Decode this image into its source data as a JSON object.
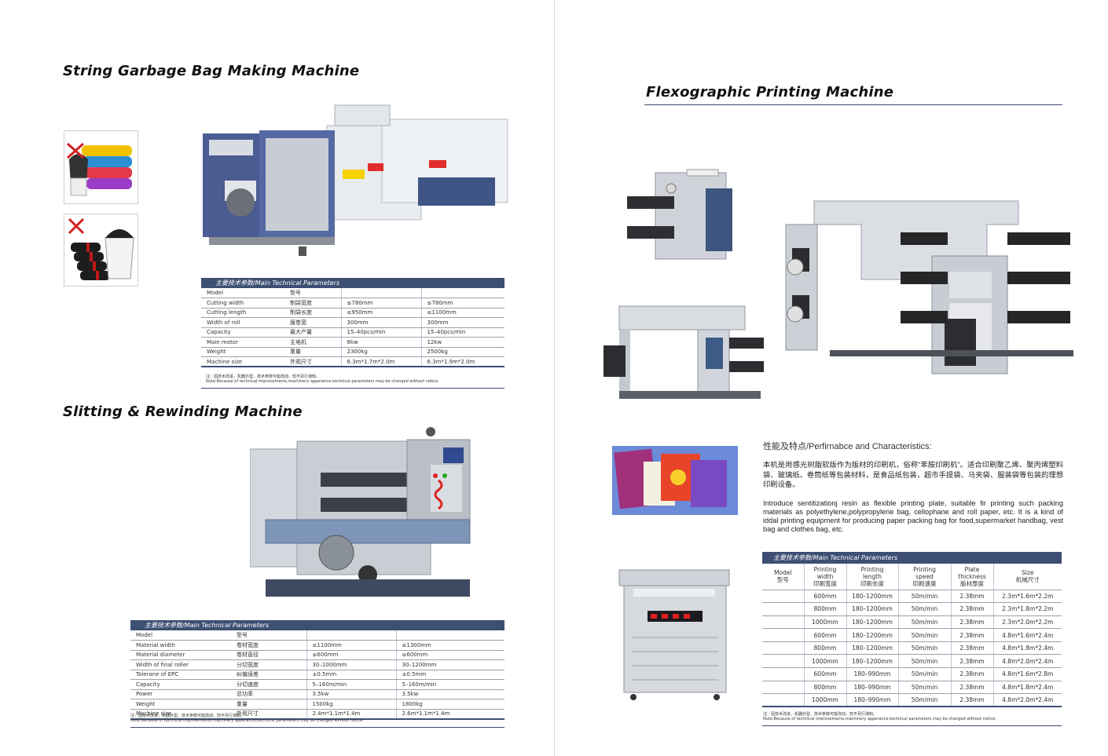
{
  "left": {
    "bag_title": "String Garbage Bag Making Machine",
    "bag_params": {
      "header": "主要技术参数/Main Technical Parameters",
      "rows": [
        [
          "Model",
          "型号",
          "",
          ""
        ],
        [
          "Cutting width",
          "制袋宽度",
          "≤780mm",
          "≤780mm"
        ],
        [
          "Cutting length",
          "制袋长度",
          "≤950mm",
          "≤1100mm"
        ],
        [
          "Width of roll",
          "膜卷宽",
          "300mm",
          "300mm"
        ],
        [
          "Capacity",
          "最大产量",
          "15–40pcs/min",
          "15–40pcs/min"
        ],
        [
          "Main motor",
          "主电机",
          "8kw",
          "12kw"
        ],
        [
          "Weight",
          "重量",
          "2300kg",
          "2500kg"
        ],
        [
          "Machine size",
          "外观尺寸",
          "6.3m*1.7m*2.0m",
          "6.3m*1.9m*2.0m"
        ]
      ],
      "note_cn": "注：因技术改进，机器外型，技术参数可能改动，恕不另行通知。",
      "note_en": "Note:Because of technical improvements,machinery apperance,technical parameters may be changed without notice."
    },
    "slit_title": "Slitting & Rewinding Machine",
    "slit_params": {
      "header": "主要技术参数/Main Technical Parameters",
      "rows": [
        [
          "Model",
          "型号",
          "",
          ""
        ],
        [
          "Material width",
          "卷材宽度",
          "≤1100mm",
          "≤1300mm"
        ],
        [
          "Material diameter",
          "卷材直径",
          "≤600mm",
          "≤600mm"
        ],
        [
          "Width of final roller",
          "分切宽度",
          "30–1000mm",
          "30–1200mm"
        ],
        [
          "Tolerane of EPC",
          "纠偏误差",
          "±0.5mm",
          "±0.5mm"
        ],
        [
          "Capacity",
          "分切速度",
          "5–160m/min",
          "5–160m/min"
        ],
        [
          "Power",
          "总功率",
          "3.5kw",
          "3.5kw"
        ],
        [
          "Weight",
          "重量",
          "1500kg",
          "1800kg"
        ],
        [
          "Machine size",
          "外观尺寸",
          "2.4m*1.1m*1.4m",
          "2.6m*1.1m*1.4m"
        ]
      ],
      "note_cn": "注：因技术改进，机器外型，技术参数可能改动，恕不另行通知。",
      "note_en": "Note:Because of technical improvements,machinery apperance,technical parameters may be changed without notice."
    }
  },
  "right": {
    "flexo_title": "Flexographic Printing Machine",
    "chars_title": "性能及特点/Perfirnabce and Characteristics:",
    "para_cn": "本机是用感光树脂软版作为版材的印刷机，俗称“苯胺印刷机”。适合印刷聚乙烯、聚丙烯塑料袋、玻璃纸、卷筒纸等包装材料，是食品纸包装，超市手提袋、马夹袋、服装袋等包装的理想印刷设备。",
    "para_en": "Introduce sentitizationj resin as flexible printing plate, suitable fir printing such packing materials as polyethylene,polypropylene bag, cellophane and roll paper, etc. It is a kind of iddal printing equipment for producing paper packing bag for food,supermarket handbag, vest bag and clothes bag, etc.",
    "flexo_params": {
      "header": "主要技术参数/Main Technical Parameters",
      "columns": [
        [
          "Model",
          "型号"
        ],
        [
          "Printing",
          "width",
          "印刷宽度"
        ],
        [
          "Printing",
          "length",
          "印刷长度"
        ],
        [
          "Printing",
          "speed",
          "印刷速度"
        ],
        [
          "Plate",
          "thickness",
          "版材厚度"
        ],
        [
          "Size",
          "机械尺寸"
        ]
      ],
      "rows": [
        [
          "",
          "600mm",
          "180–1200mm",
          "50m/min",
          "2.38mm",
          "2.3m*1.6m*2.2m"
        ],
        [
          "",
          "800mm",
          "180–1200mm",
          "50m/min",
          "2.38mm",
          "2.3m*1.8m*2.2m"
        ],
        [
          "",
          "1000mm",
          "180–1200mm",
          "50m/min",
          "2.38mm",
          "2.3m*2.0m*2.2m"
        ],
        [
          "",
          "600mm",
          "180–1200mm",
          "50m/min",
          "2.38mm",
          "4.8m*1.6m*2.4m"
        ],
        [
          "",
          "800mm",
          "180–1200mm",
          "50m/min",
          "2.38mm",
          "4.8m*1.8m*2.4m"
        ],
        [
          "",
          "1000mm",
          "180–1200mm",
          "50m/min",
          "2.38mm",
          "4.8m*2.0m*2.4m"
        ],
        [
          "",
          "600mm",
          "180–990mm",
          "50m/min",
          "2.38mm",
          "4.8m*1.6m*2.8m"
        ],
        [
          "",
          "800mm",
          "180–990mm",
          "50m/min",
          "2.38mm",
          "4.8m*1.8m*2.4m"
        ],
        [
          "",
          "1000mm",
          "180–990mm",
          "50m/min",
          "2.38mm",
          "4.8m*2.0m*2.4m"
        ]
      ],
      "note_cn": "注：因技术改进，机器外型，技术参数可能改动，恕不另行通知。",
      "note_en": "Note:Because of technical improvements,machinery apperance,technical parameters may be changed without notice."
    }
  }
}
